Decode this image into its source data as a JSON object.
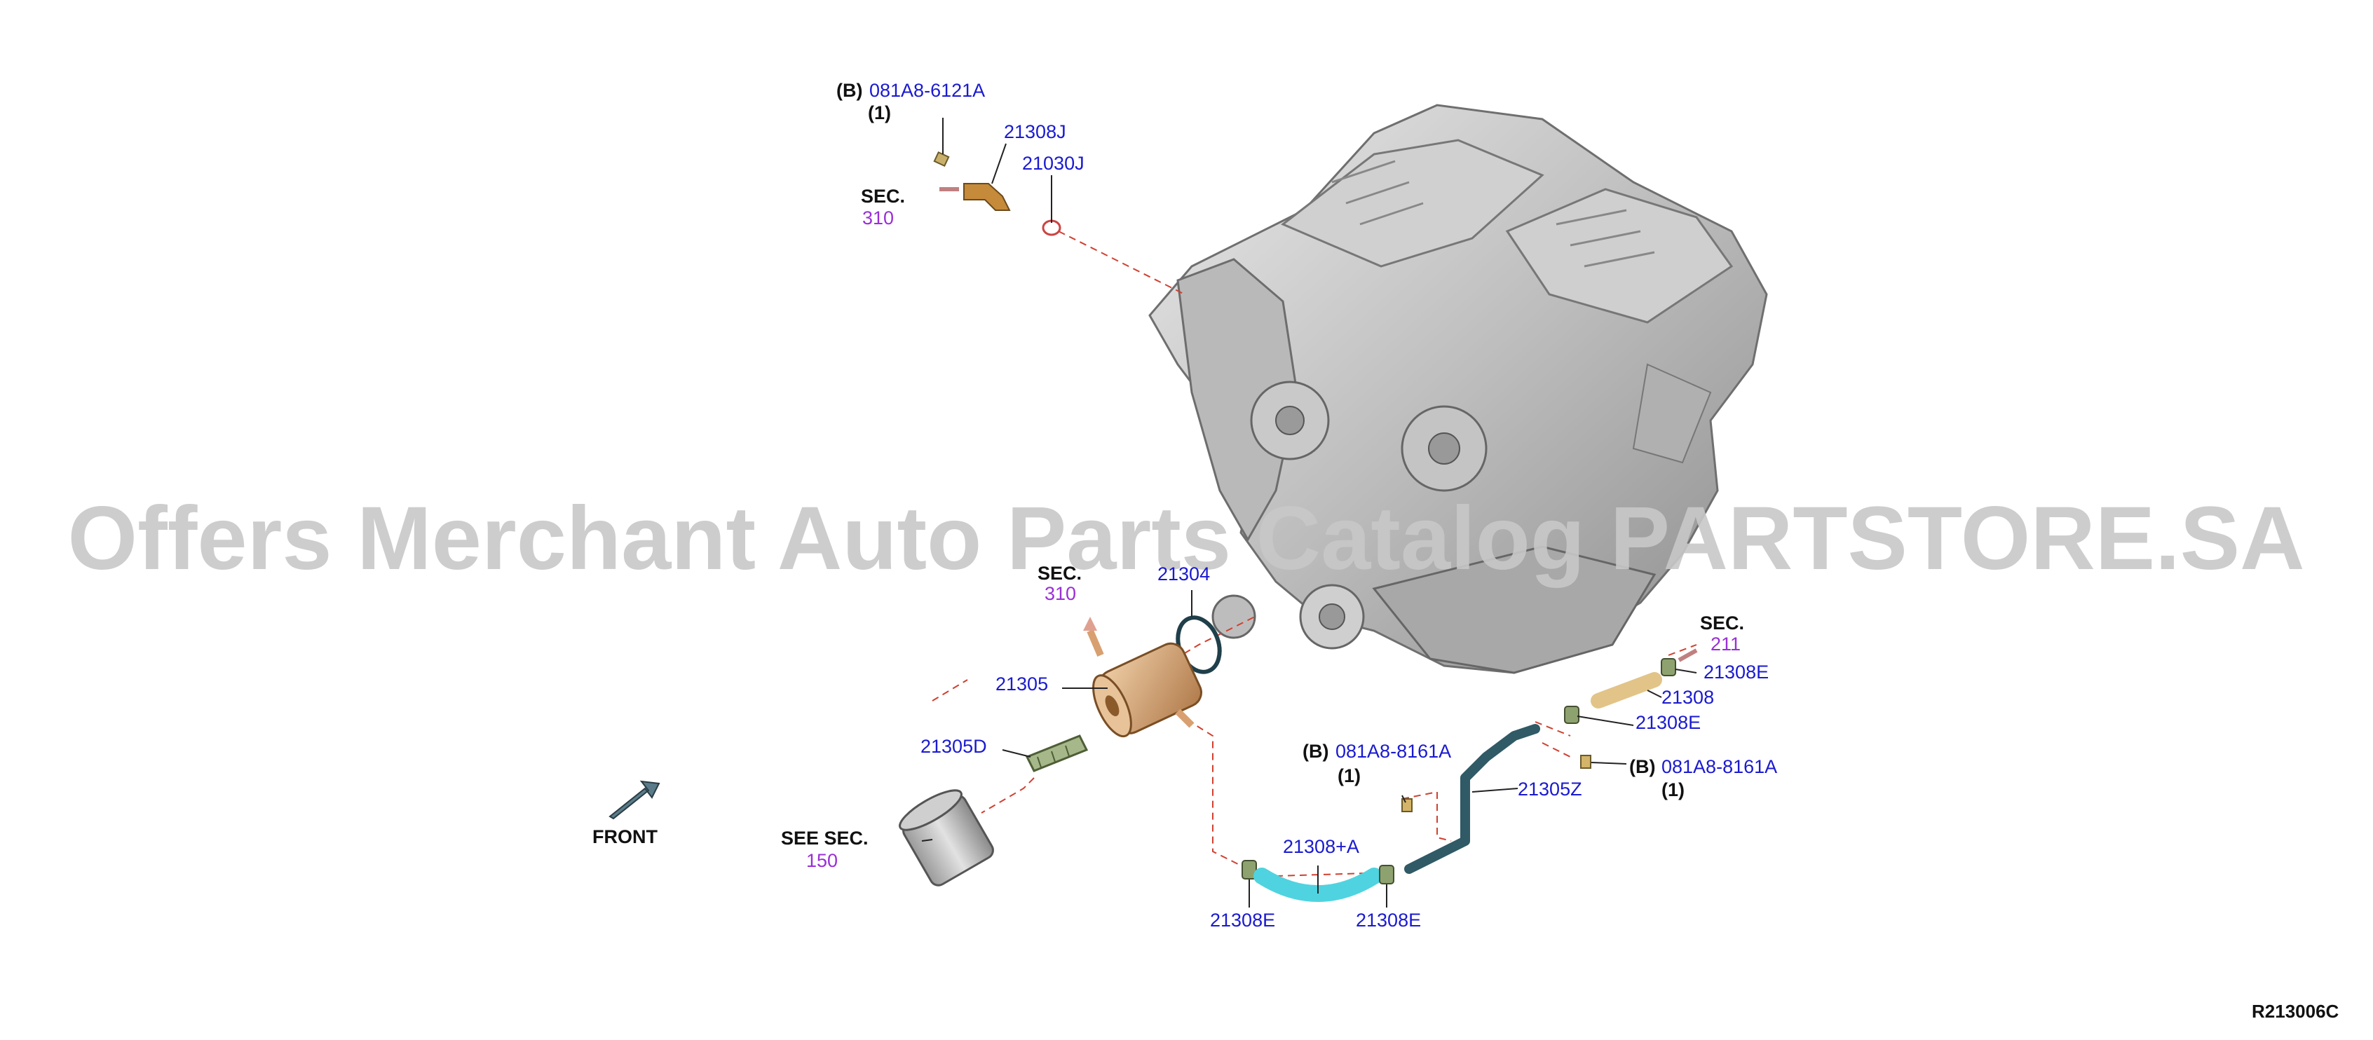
{
  "watermark": "Offers Merchant Auto Parts Catalog PARTSTORE.SA",
  "diagram_code": "R213006C",
  "labels": {
    "top_b_prefix": "(B)",
    "top_b_part": "081A8-6121A",
    "top_b_qty": "(1)",
    "p21308J": "21308J",
    "p21030J": "21030J",
    "sec_top": "SEC.",
    "sec_top_num": "310",
    "sec_mid": "SEC.",
    "sec_mid_num": "310",
    "p21304": "21304",
    "p21305": "21305",
    "p21305D": "21305D",
    "see_sec": "SEE SEC.",
    "see_sec_num": "150",
    "front": "FRONT",
    "sec_right": "SEC.",
    "sec_right_num": "211",
    "p21308E_top": "21308E",
    "p21308": "21308",
    "p21308E_mid": "21308E",
    "right_b_prefix": "(B)",
    "right_b_part": "081A8-8161A",
    "right_b_qty": "(1)",
    "p21305Z": "21305Z",
    "mid_b_prefix": "(B)",
    "mid_b_part": "081A8-8161A",
    "mid_b_qty": "(1)",
    "p21308A": "21308+A",
    "p21308E_left": "21308E",
    "p21308E_right": "21308E"
  },
  "colors": {
    "part_blue": "#1a1ad0",
    "sec_purple": "#9a2fd6",
    "leader_dash": "#d04030",
    "hose_cyan": "#4fd3e0",
    "pipe_teal": "#2f5a66",
    "cooler_copper": "#c99a6e"
  }
}
